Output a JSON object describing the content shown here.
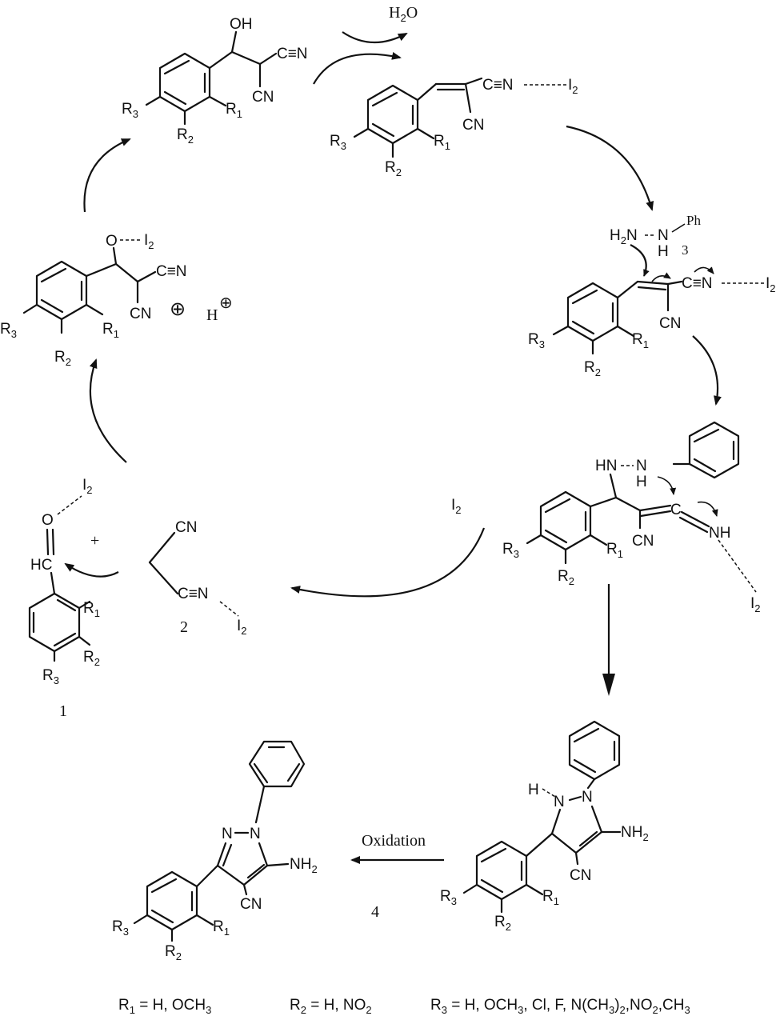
{
  "labels": {
    "water": "H2O",
    "iodine": "I2",
    "proton": "H",
    "plus_charge": "⊕",
    "plus": "+",
    "oxidation": "Oxidation",
    "ph": "Ph",
    "oh": "OH",
    "cn": "CN",
    "c_triple_n": "C≡N",
    "nh": "NH",
    "nh2": "NH2",
    "hc": "HC",
    "o": "O",
    "h": "H",
    "n": "N",
    "c": "C",
    "hn": "HN",
    "h2n": "H2N"
  },
  "compounds": {
    "c1": "1",
    "c2": "2",
    "c3": "3",
    "c4": "4"
  },
  "substituents": {
    "r1_def": "R1 =  H, OCH3",
    "r2_def": "R2 = H, NO2",
    "r3_def": "R3 = H, OCH3, Cl, F, N(CH3)2,NO2,CH3"
  }
}
